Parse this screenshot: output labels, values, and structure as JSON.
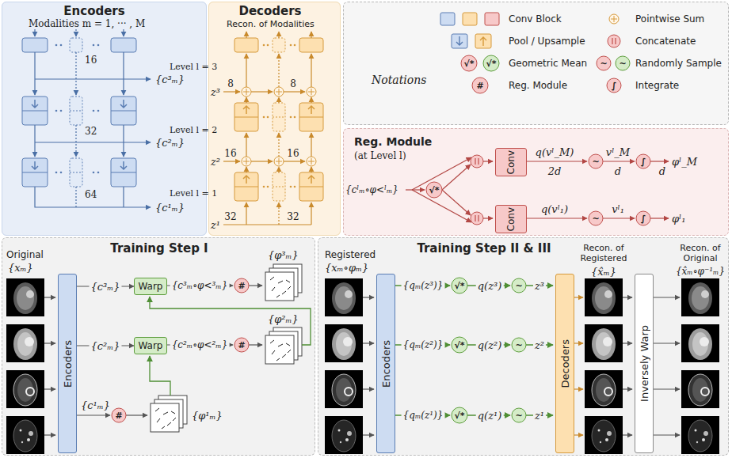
{
  "diagram": {
    "nodes": [
      {
        "text": [
          "Encoders"
        ]
      },
      {
        "text": [
          "Decoders"
        ]
      },
      {
        "text": [
          "Notations"
        ]
      },
      {
        "text": [
          "Reg. Module",
          "(at Level l)"
        ]
      },
      {
        "text": [
          "Conv"
        ],
        "in": 3
      },
      {
        "text": [
          "Conv"
        ],
        "in": 3
      },
      {
        "text": [
          "Training Step I"
        ]
      },
      {
        "text": [
          "Encoders"
        ],
        "in": 6
      },
      {
        "text": [
          "Warp"
        ],
        "in": 6
      },
      {
        "text": [
          "Warp"
        ],
        "in": 6
      },
      {
        "text": [
          "Training Step II & III"
        ]
      },
      {
        "text": [
          "Encoders"
        ],
        "in": 10
      },
      {
        "text": [
          "Decoders"
        ],
        "in": 10
      },
      {
        "text": [
          "Inversely Warp"
        ],
        "in": 10
      }
    ],
    "edges": [
      {
        "from": 7,
        "to": 8,
        "arrow": "to",
        "label": "{c³ₘ}"
      },
      {
        "from": 7,
        "to": 9,
        "arrow": "to",
        "label": "{c²ₘ}"
      }
    ],
    "labels": [
      "Modalities m = 1, ··· , M",
      "16",
      "32",
      "64",
      "{c³ₘ}",
      "{c²ₘ}",
      "{c¹ₘ}",
      "Level l = 3",
      "Level l = 2",
      "Level l = 1",
      "Recon. of Modalities",
      "z³",
      "8",
      "8",
      "z²",
      "16",
      "16",
      "z¹",
      "32",
      "32",
      "√*",
      "√*",
      "#",
      "~",
      "~",
      "∫",
      "{cˡₘ∘φ<ˡₘ}",
      "√*",
      "q(vˡ_M)",
      "2d",
      "~",
      "vˡ_M",
      "d",
      "∫",
      "d",
      "φˡ_M",
      "q(vˡ₁)",
      "~",
      "vˡ₁",
      "∫",
      "φˡ₁",
      "Original",
      "{xₘ}",
      "{c³ₘ∘φ<³ₘ}",
      "#",
      "{φ³ₘ}",
      "{c²ₘ∘φ<²ₘ}",
      "#",
      "{φ²ₘ}",
      "{c¹ₘ}",
      "#",
      "{φ¹ₘ}",
      "Registered",
      "{xₘ∘φₘ}",
      "{qₘ(z³)}",
      "√*",
      "q(z³)",
      "~",
      "z³",
      "{qₘ(z²)}",
      "√*",
      "q(z²)",
      "~",
      "z²",
      "{qₘ(z¹)}",
      "√*",
      "q(z¹)",
      "~",
      "z¹",
      "Recon. of Registered",
      "{x̂ₘ}",
      "Recon. of Original",
      "{x̂ₘ∘φ⁻¹ₘ}"
    ],
    "legend": [
      {
        "text": "Conv Block"
      },
      {
        "text": "Pointwise Sum"
      },
      {
        "text": "Pool / Upsample"
      },
      {
        "text": "Concatenate"
      },
      {
        "text": "Geometric Mean"
      },
      {
        "text": "Randomly Sample"
      },
      {
        "text": "Reg. Module"
      },
      {
        "text": "Integrate"
      }
    ]
  }
}
